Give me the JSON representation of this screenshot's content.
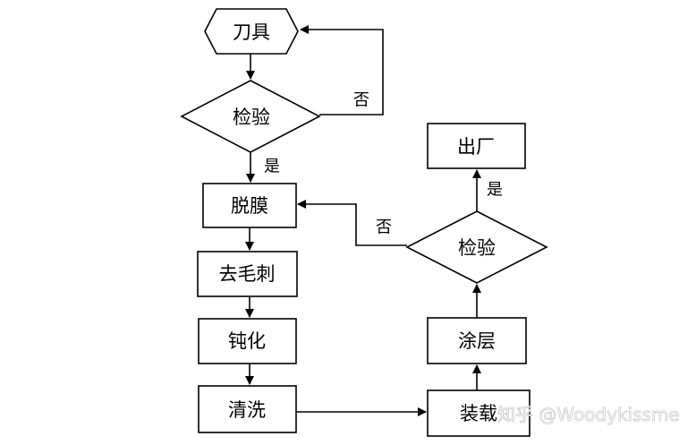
{
  "nodes": {
    "tool": "刀具",
    "inspect1": "检验",
    "film_removal": "脱膜",
    "deburr": "去毛刺",
    "passivation": "钝化",
    "cleaning": "清洗",
    "fixture": "装载",
    "coating": "涂层",
    "inspect2": "检验",
    "ship": "出厂"
  },
  "edge_labels": {
    "inspect1_no": "否",
    "inspect1_yes": "是",
    "inspect2_yes": "是",
    "inspect2_no": "否"
  },
  "watermark": "知乎 @Woodykissme"
}
